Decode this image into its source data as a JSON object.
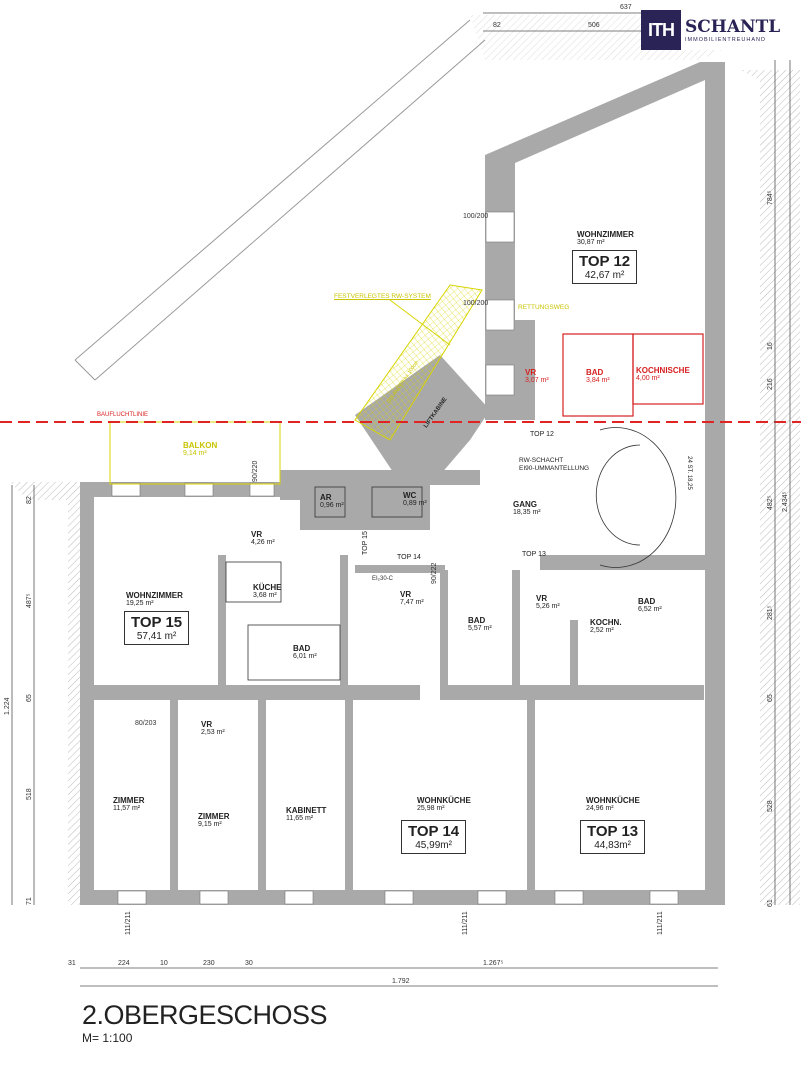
{
  "logo": {
    "mark": "ITH",
    "brand": "SCHANTL",
    "subtitle": "IMMOBILIENTREUHAND",
    "color": "#2a2356"
  },
  "title": "2.OBERGESCHOSS",
  "scale": "M= 1:100",
  "annotations": {
    "rw_system": "FESTVERLEGTES RW-SYSTEM",
    "rettungsweg": "RETTUNGSWEG",
    "baufluchtlinie": "BAUFLUCHTLINIE",
    "rw_schacht": "RW-SCHACHT",
    "ummantellung": "EI90-UMMANTELLUNG",
    "gelaender": "GELÄNDER h= 100cm",
    "lift": "LIFTKABINE",
    "stairs": "24 ST. 18,25"
  },
  "units": [
    {
      "label": "TOP 12",
      "area": "42,67 m²"
    },
    {
      "label": "TOP 15",
      "area": "57,41 m²"
    },
    {
      "label": "TOP 14",
      "area": "45,99m²"
    },
    {
      "label": "TOP 13",
      "area": "44,83m²"
    }
  ],
  "door_markers": [
    "TOP 12",
    "TOP 15",
    "TOP 14",
    "TOP 13"
  ],
  "rooms": [
    {
      "name": "WOHNZIMMER",
      "area": "30,87 m²"
    },
    {
      "name": "VR",
      "area": "3,07 m²"
    },
    {
      "name": "BAD",
      "area": "3,84 m²"
    },
    {
      "name": "KOCHNISCHE",
      "area": "4,00 m²"
    },
    {
      "name": "BALKON",
      "area": "9,14 m²"
    },
    {
      "name": "AR",
      "area": "0,96 m²"
    },
    {
      "name": "WC",
      "area": "0,89 m²"
    },
    {
      "name": "GANG",
      "area": "18,35 m²"
    },
    {
      "name": "VR",
      "area": "4,26 m²"
    },
    {
      "name": "WOHNZIMMER",
      "area": "19,25 m²"
    },
    {
      "name": "KÜCHE",
      "area": "3,68 m²"
    },
    {
      "name": "BAD",
      "area": "6,01 m²"
    },
    {
      "name": "VR",
      "area": "7,47 m²"
    },
    {
      "name": "BAD",
      "area": "5,57 m²"
    },
    {
      "name": "VR",
      "area": "5,26 m²"
    },
    {
      "name": "KOCHN.",
      "area": "2,52 m²"
    },
    {
      "name": "BAD",
      "area": "6,52 m²"
    },
    {
      "name": "VR",
      "area": "2,53 m²"
    },
    {
      "name": "ZIMMER",
      "area": "11,57 m²"
    },
    {
      "name": "ZIMMER",
      "area": "9,15 m²"
    },
    {
      "name": "KABINETT",
      "area": "11,65 m²"
    },
    {
      "name": "WOHNKÜCHE",
      "area": "25,98 m²"
    },
    {
      "name": "WOHNKÜCHE",
      "area": "24,96 m²"
    }
  ],
  "dimensions": {
    "top": [
      "637",
      "82",
      "506"
    ],
    "bottom_row1": [
      "31",
      "224",
      "10",
      "230",
      "30",
      "1.267⁵"
    ],
    "bottom_total": "1.792",
    "left": [
      "82",
      "487⁵",
      "65",
      "518",
      "71",
      "1.224"
    ],
    "right": [
      "784⁵",
      "16",
      "216",
      "482⁵",
      "281⁵",
      "65",
      "528",
      "61",
      "2.434⁵"
    ],
    "windows": [
      "100/200",
      "90/220",
      "111/211",
      "80/203",
      "90/222",
      "EI₂30-C"
    ]
  },
  "colors": {
    "wall": "#a9a9a9",
    "red_line": "#e02424",
    "yellow": "#d8d400",
    "red_room": "#d62020"
  }
}
